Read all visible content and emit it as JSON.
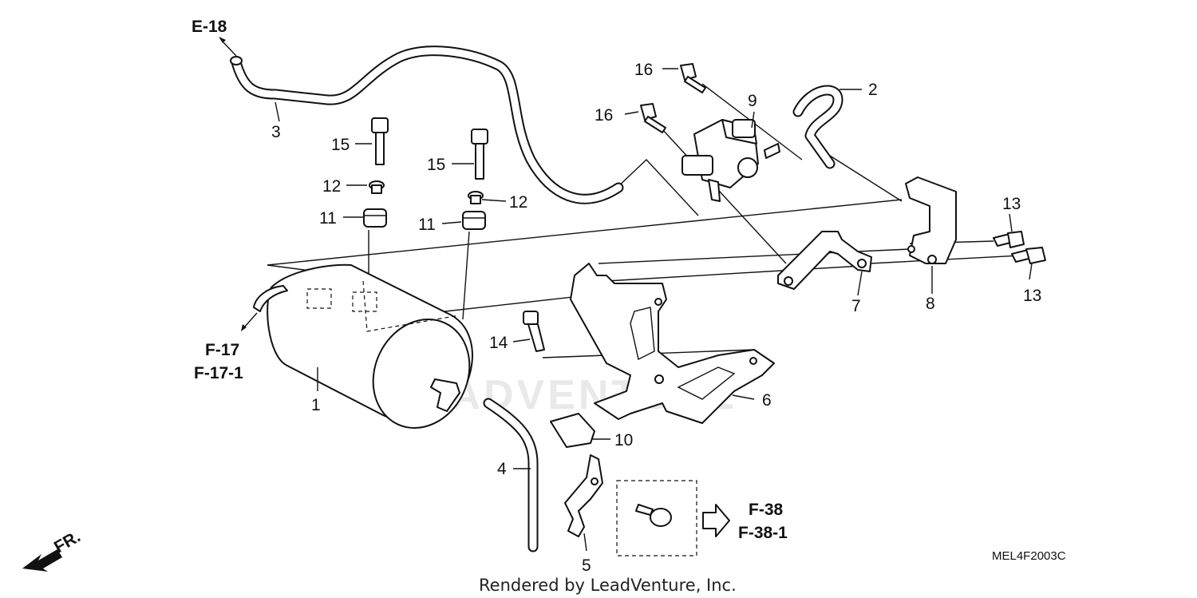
{
  "diagram": {
    "code": "MEL4F2003C",
    "credit": "Rendered by LeadVenture, Inc.",
    "watermark": "LEADVENTURE",
    "direction_label": "FR.",
    "references": {
      "e18": "E-18",
      "f17": "F-17",
      "f17_1": "F-17-1",
      "f38": "F-38",
      "f38_1": "F-38-1"
    },
    "callouts": {
      "c1": "1",
      "c2": "2",
      "c3": "3",
      "c4": "4",
      "c5": "5",
      "c6": "6",
      "c7": "7",
      "c8": "8",
      "c9": "9",
      "c10": "10",
      "c11a": "11",
      "c11b": "11",
      "c12a": "12",
      "c12b": "12",
      "c13a": "13",
      "c13b": "13",
      "c14": "14",
      "c15a": "15",
      "c15b": "15",
      "c16a": "16",
      "c16b": "16"
    }
  }
}
